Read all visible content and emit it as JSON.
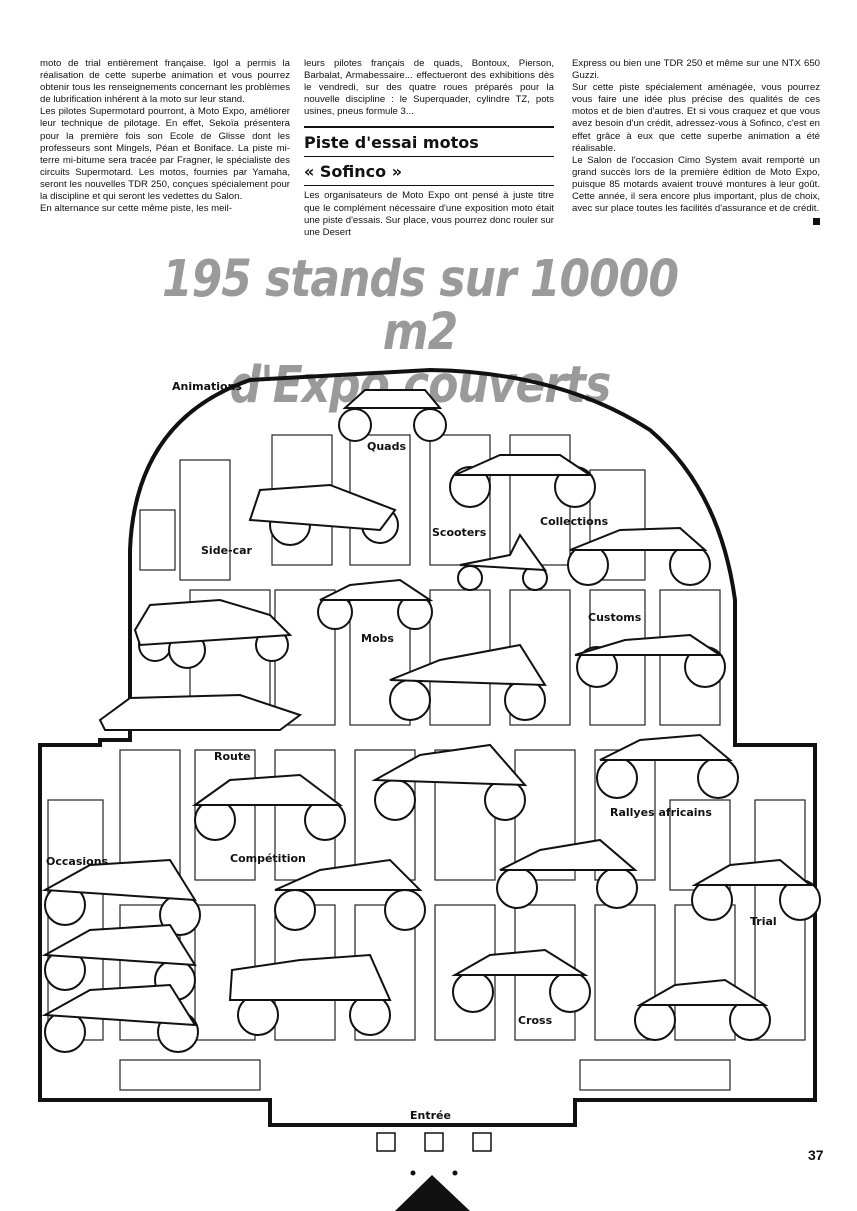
{
  "columns": {
    "col1": [
      "moto de trial entièrement française. Igol a permis la réalisation de cette superbe animation et vous pourrez obtenir tous les renseignements concernant les problèmes de lubrification inhérent à la moto sur leur stand.",
      "Les pilotes Supermotard pourront, à Moto Expo, améliorer leur technique de pilotage. En effet, Sekoïa présentera pour la première fois son Ecole de Glisse dont les professeurs sont Mingels, Péan et Boniface. La piste mi-terre mi-bitume sera tracée par Fragner, le spécialiste des circuits Supermotard. Les motos, fournies par Yamaha, seront les nouvelles TDR 250, conçues spécialement pour la discipline et qui seront les vedettes du Salon.",
      "En alternance sur cette même piste, les meil-"
    ],
    "col2_top": "leurs pilotes français de quads, Bontoux, Pierson, Barbalat, Armabessaire... effectueront des exhibitions dès le vendredi, sur des quatre roues préparés pour la nouvelle discipline : le Superquader, cylindre TZ, pots usines, pneus formule 3...",
    "col2_heading_1": "Piste d'essai motos",
    "col2_heading_2": "« Sofinco »",
    "col2_bottom": "Les organisateurs de Moto Expo ont pensé à juste titre que le complément nécessaire d'une exposition moto était une piste d'essais. Sur place, vous pourrez donc rouler sur une Desert",
    "col3": [
      "Express ou bien une TDR 250 et même sur une NTX 650 Guzzi.",
      "Sur cette piste spécialement aménagée, vous pourrez vous faire une idée plus précise des qualités de ces motos et de bien d'autres. Et si vous craquez et que vous avez besoin d'un crédit, adressez-vous à Sofinco, c'est en effet grâce à eux que cette superbe animation a été réalisable.",
      "Le Salon de l'occasion Cimo System avait remporté un grand succès lors de la première édition de Moto Expo, puisque 85 motards avaient trouvé montures à leur goût. Cette année, il sera encore plus important, plus de choix, avec sur place toutes les facilités d'assurance et de crédit."
    ]
  },
  "headline": {
    "line1": "195 stands sur 10000 m2",
    "line2": "d'Expo couverts"
  },
  "plan_labels": {
    "animations": "Animations",
    "quads": "Quads",
    "collections": "Collections",
    "scooters": "Scooters",
    "side_car": "Side-car",
    "customs": "Customs",
    "mobs": "Mobs",
    "route": "Route",
    "rallyes": "Rallyes africains",
    "occasions": "Occasions",
    "competition": "Compétition",
    "trial": "Trial",
    "cross": "Cross",
    "entree": "Entrée"
  },
  "page_number": "37"
}
